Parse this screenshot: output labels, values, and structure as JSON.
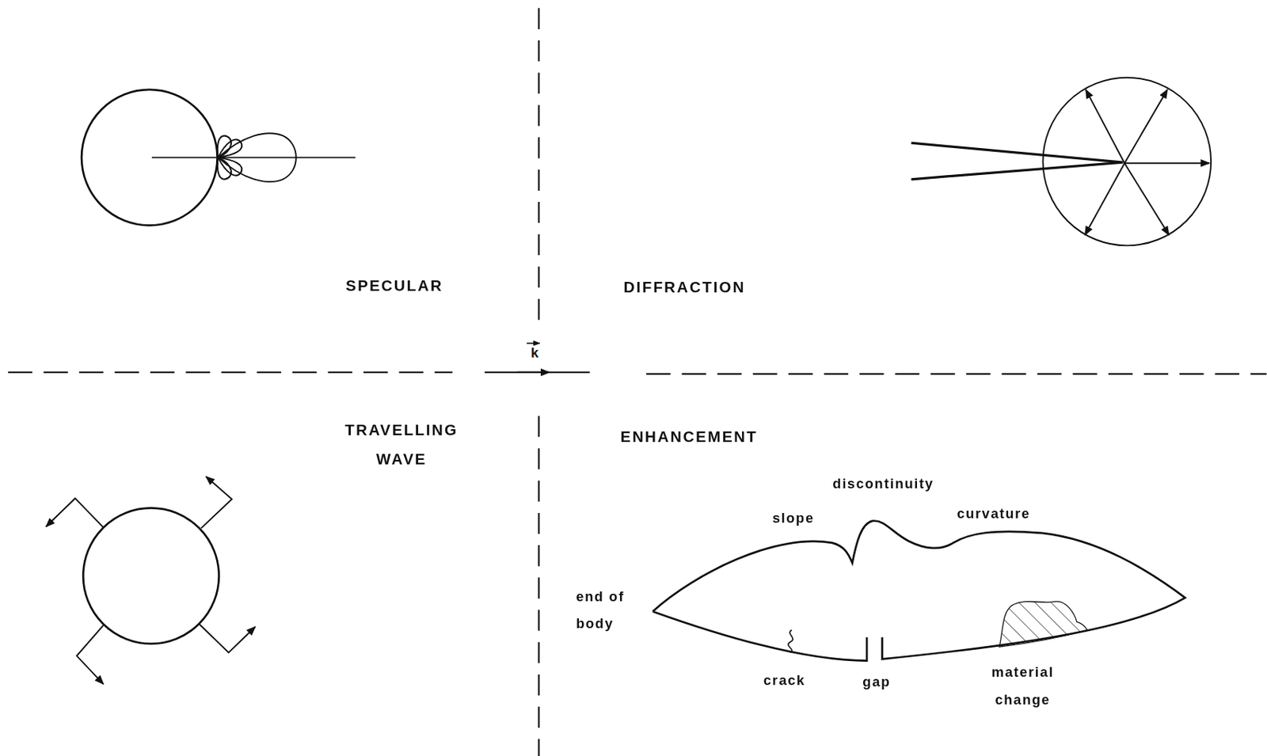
{
  "diagram": {
    "labels": [
      "SPECULAR",
      "DIFFRACTION",
      "TRAVELLING WAVE",
      "ENHANCEMENT",
      "k",
      "discontinuity",
      "slope",
      "curvature",
      "end of body",
      "crack",
      "gap",
      "material change"
    ]
  }
}
